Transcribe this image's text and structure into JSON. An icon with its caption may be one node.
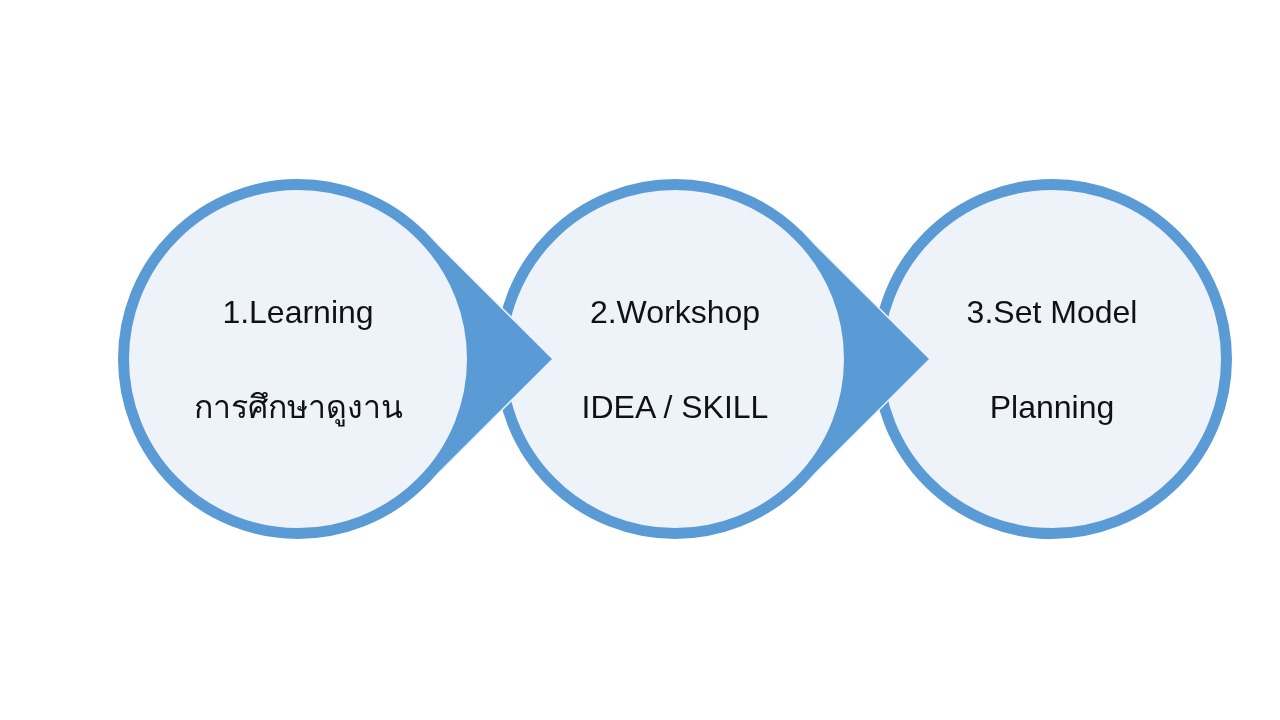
{
  "diagram": {
    "nodes": [
      {
        "text": [
          "1.Learning",
          "การศึกษาดูงาน"
        ]
      },
      {
        "text": [
          "2.Workshop",
          "IDEA / SKILL"
        ]
      },
      {
        "text": [
          "3.Set Model",
          "Planning"
        ]
      }
    ],
    "edges": [
      {
        "from": 0,
        "to": 1,
        "arrow": "to"
      },
      {
        "from": 1,
        "to": 2,
        "arrow": "to"
      }
    ]
  }
}
